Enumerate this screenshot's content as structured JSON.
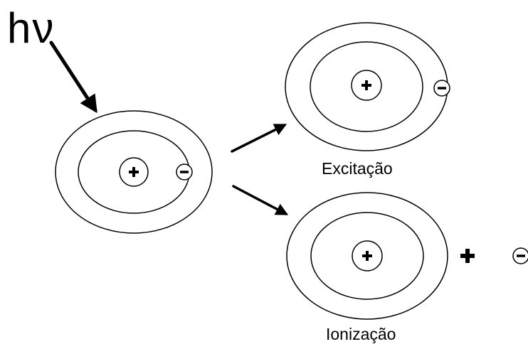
{
  "photon_label": "hν",
  "caption_excitation": "Excitação",
  "caption_ionization": "Ionização",
  "symbols": {
    "nucleus": "+",
    "electron": "−",
    "plus_sign": "+"
  },
  "colors": {
    "ink": "#000000",
    "background": "#ffffff"
  }
}
